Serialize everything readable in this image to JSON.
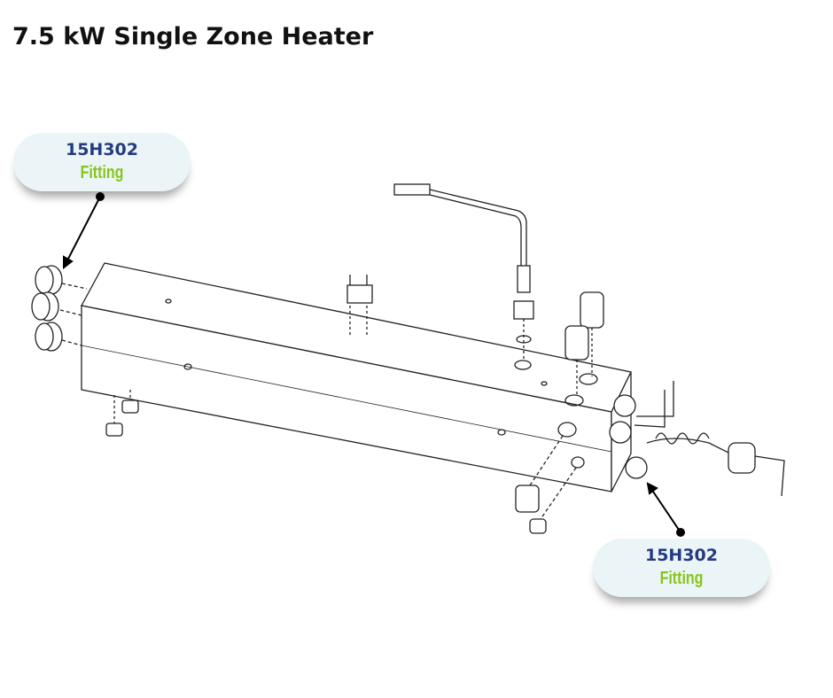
{
  "title": "7.5 kW Single Zone Heater",
  "callouts": [
    {
      "code": "15H302",
      "name": "Fitting"
    },
    {
      "code": "15H302",
      "name": "Fitting"
    }
  ],
  "colors": {
    "code": "#253a80",
    "name": "#86c51a",
    "callout_bg": "#ebf5f7"
  }
}
